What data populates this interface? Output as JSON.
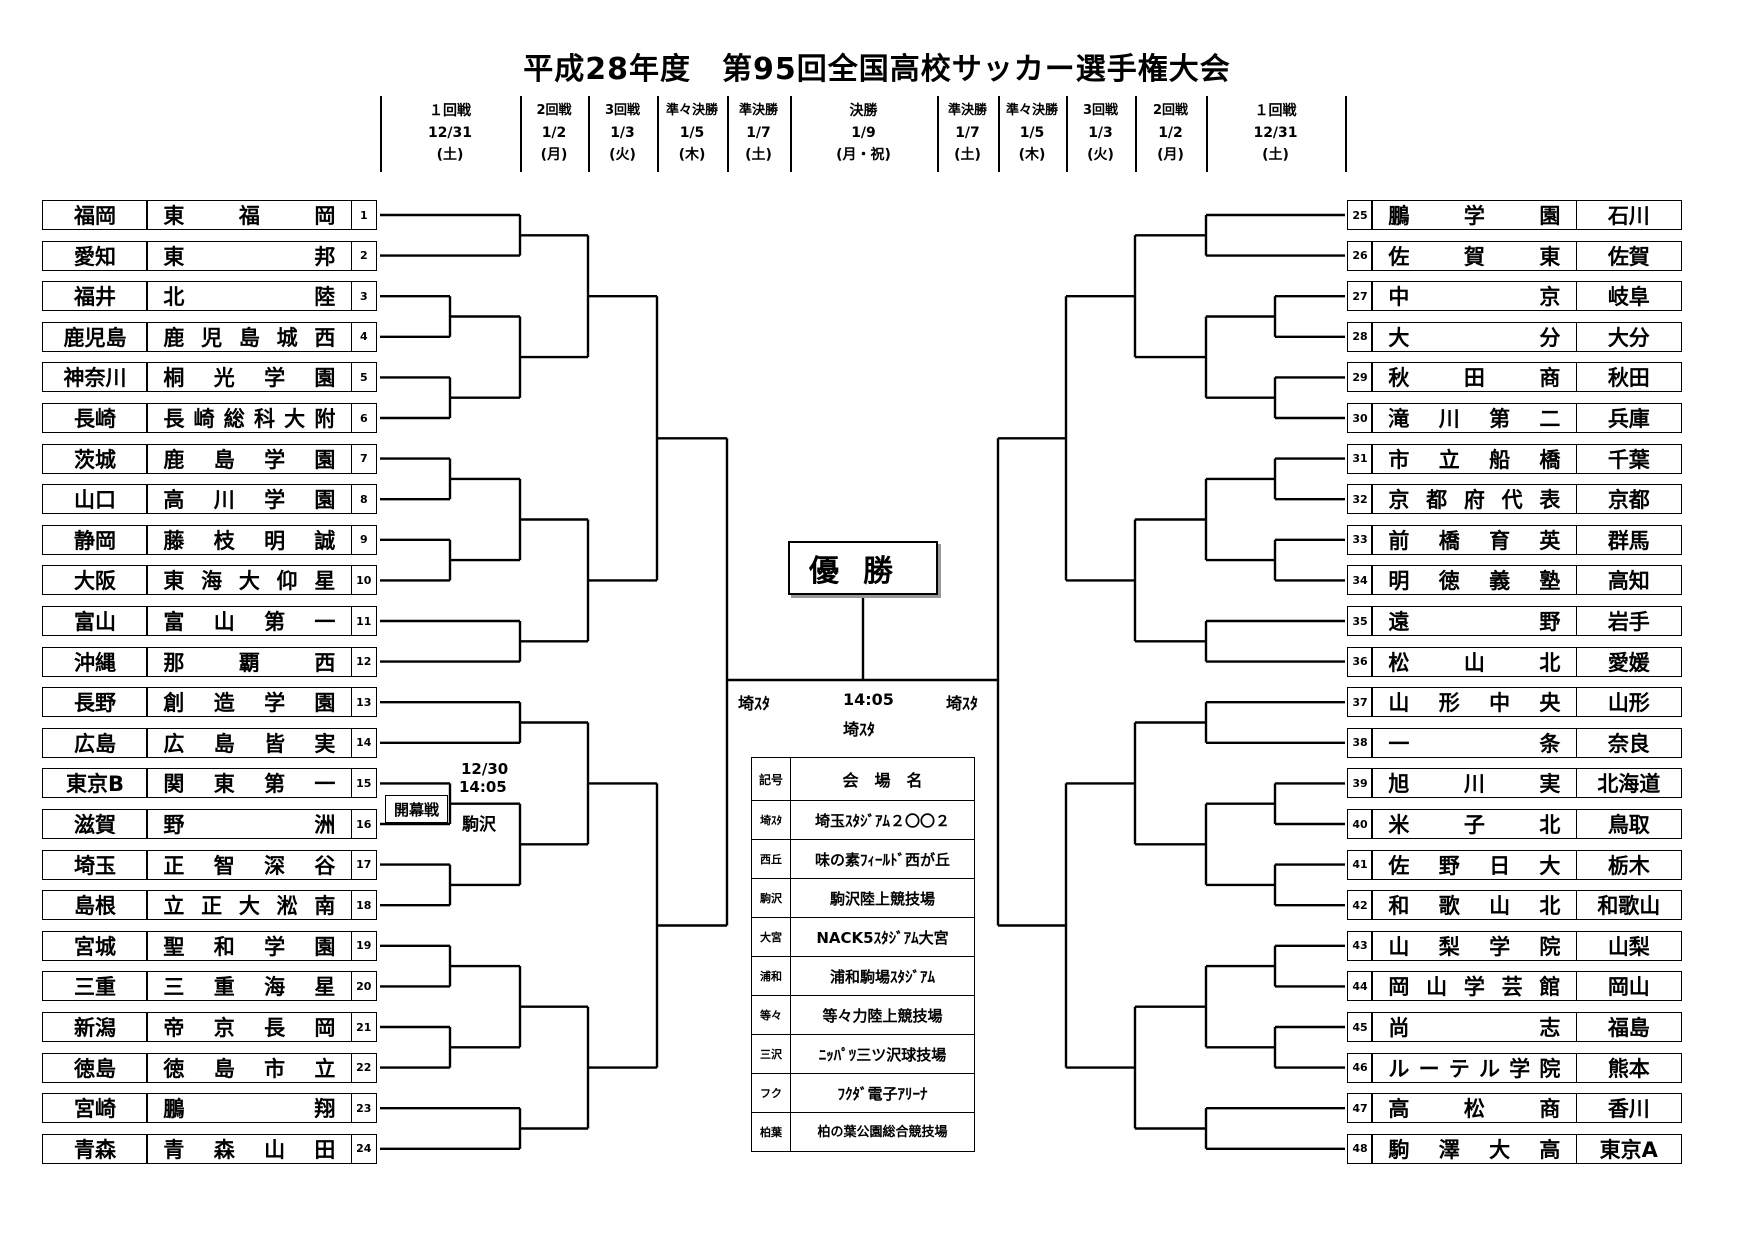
{
  "title": "平成28年度　第95回全国高校サッカー選手権大会",
  "rounds_left": [
    {
      "name": "１回戦",
      "date": "12/31",
      "day": "(土)"
    },
    {
      "name": "2回戦",
      "date": "1/2",
      "day": "(月)"
    },
    {
      "name": "3回戦",
      "date": "1/3",
      "day": "(火)"
    },
    {
      "name": "準々決勝",
      "date": "1/5",
      "day": "(木)"
    },
    {
      "name": "準決勝",
      "date": "1/7",
      "day": "(土)"
    }
  ],
  "final_round": {
    "name": "決勝",
    "date": "1/9",
    "day": "(月・祝)"
  },
  "rounds_right": [
    {
      "name": "準決勝",
      "date": "1/7",
      "day": "(土)"
    },
    {
      "name": "準々決勝",
      "date": "1/5",
      "day": "(木)"
    },
    {
      "name": "3回戦",
      "date": "1/3",
      "day": "(火)"
    },
    {
      "name": "2回戦",
      "date": "1/2",
      "day": "(月)"
    },
    {
      "name": "１回戦",
      "date": "12/31",
      "day": "(土)"
    }
  ],
  "left_teams": [
    {
      "num": "1",
      "pref": "福岡",
      "school": "東福岡"
    },
    {
      "num": "2",
      "pref": "愛知",
      "school": "東邦"
    },
    {
      "num": "3",
      "pref": "福井",
      "school": "北陸"
    },
    {
      "num": "4",
      "pref": "鹿児島",
      "school": "鹿児島城西"
    },
    {
      "num": "5",
      "pref": "神奈川",
      "school": "桐光学園"
    },
    {
      "num": "6",
      "pref": "長崎",
      "school": "長崎総科大附"
    },
    {
      "num": "7",
      "pref": "茨城",
      "school": "鹿島学園"
    },
    {
      "num": "8",
      "pref": "山口",
      "school": "高川学園"
    },
    {
      "num": "9",
      "pref": "静岡",
      "school": "藤枝明誠"
    },
    {
      "num": "10",
      "pref": "大阪",
      "school": "東海大仰星"
    },
    {
      "num": "11",
      "pref": "富山",
      "school": "富山第一"
    },
    {
      "num": "12",
      "pref": "沖縄",
      "school": "那覇西"
    },
    {
      "num": "13",
      "pref": "長野",
      "school": "創造学園"
    },
    {
      "num": "14",
      "pref": "広島",
      "school": "広島皆実"
    },
    {
      "num": "15",
      "pref": "東京B",
      "school": "関東第一"
    },
    {
      "num": "16",
      "pref": "滋賀",
      "school": "野洲"
    },
    {
      "num": "17",
      "pref": "埼玉",
      "school": "正智深谷"
    },
    {
      "num": "18",
      "pref": "島根",
      "school": "立正大淞南"
    },
    {
      "num": "19",
      "pref": "宮城",
      "school": "聖和学園"
    },
    {
      "num": "20",
      "pref": "三重",
      "school": "三重海星"
    },
    {
      "num": "21",
      "pref": "新潟",
      "school": "帝京長岡"
    },
    {
      "num": "22",
      "pref": "徳島",
      "school": "徳島市立"
    },
    {
      "num": "23",
      "pref": "宮崎",
      "school": "鵬翔"
    },
    {
      "num": "24",
      "pref": "青森",
      "school": "青森山田"
    }
  ],
  "right_teams": [
    {
      "num": "25",
      "pref": "石川",
      "school": "鵬学園"
    },
    {
      "num": "26",
      "pref": "佐賀",
      "school": "佐賀東"
    },
    {
      "num": "27",
      "pref": "岐阜",
      "school": "中京"
    },
    {
      "num": "28",
      "pref": "大分",
      "school": "大分"
    },
    {
      "num": "29",
      "pref": "秋田",
      "school": "秋田商"
    },
    {
      "num": "30",
      "pref": "兵庫",
      "school": "滝川第二"
    },
    {
      "num": "31",
      "pref": "千葉",
      "school": "市立船橋"
    },
    {
      "num": "32",
      "pref": "京都",
      "school": "京都府代表"
    },
    {
      "num": "33",
      "pref": "群馬",
      "school": "前橋育英"
    },
    {
      "num": "34",
      "pref": "高知",
      "school": "明徳義塾"
    },
    {
      "num": "35",
      "pref": "岩手",
      "school": "遠野"
    },
    {
      "num": "36",
      "pref": "愛媛",
      "school": "松山北"
    },
    {
      "num": "37",
      "pref": "山形",
      "school": "山形中央"
    },
    {
      "num": "38",
      "pref": "奈良",
      "school": "一条"
    },
    {
      "num": "39",
      "pref": "北海道",
      "school": "旭川実"
    },
    {
      "num": "40",
      "pref": "鳥取",
      "school": "米子北"
    },
    {
      "num": "41",
      "pref": "栃木",
      "school": "佐野日大"
    },
    {
      "num": "42",
      "pref": "和歌山",
      "school": "和歌山北"
    },
    {
      "num": "43",
      "pref": "山梨",
      "school": "山梨学院"
    },
    {
      "num": "44",
      "pref": "岡山",
      "school": "岡山学芸館"
    },
    {
      "num": "45",
      "pref": "福島",
      "school": "尚志"
    },
    {
      "num": "46",
      "pref": "熊本",
      "school": "ルーテル学院"
    },
    {
      "num": "47",
      "pref": "香川",
      "school": "高松商"
    },
    {
      "num": "48",
      "pref": "東京A",
      "school": "駒澤大高"
    }
  ],
  "champion_label": "優勝",
  "final_venue_left": "埼ｽﾀ",
  "final_venue_right": "埼ｽﾀ",
  "final_time": "14:05",
  "final_venue_center": "埼ｽﾀ",
  "opening": {
    "label": "開幕戦",
    "date": "12/30",
    "time": "14:05",
    "venue": "駒沢"
  },
  "venue_table": {
    "header_code": "記号",
    "header_name": "会　場　名",
    "rows": [
      {
        "code": "埼ｽﾀ",
        "name": "埼玉ｽﾀｼﾞｱﾑ２〇〇２"
      },
      {
        "code": "西丘",
        "name": "味の素ﾌｨｰﾙﾄﾞ西が丘"
      },
      {
        "code": "駒沢",
        "name": "駒沢陸上競技場"
      },
      {
        "code": "大宮",
        "name": "NACK5ｽﾀｼﾞｱﾑ大宮"
      },
      {
        "code": "浦和",
        "name": "浦和駒場ｽﾀｼﾞｱﾑ"
      },
      {
        "code": "等々",
        "name": "等々力陸上競技場"
      },
      {
        "code": "三沢",
        "name": "ﾆｯﾊﾟﾂ三ツ沢球技場"
      },
      {
        "code": "フク",
        "name": "ﾌｸﾀﾞ電子ｱﾘｰﾅ"
      },
      {
        "code": "柏葉",
        "name": "柏の葉公園総合競技場"
      }
    ]
  }
}
